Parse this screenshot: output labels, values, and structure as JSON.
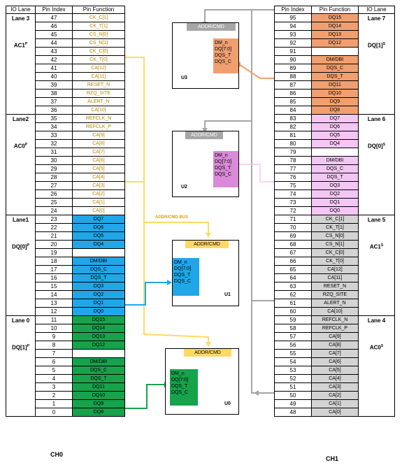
{
  "colors": {
    "dq_left_lane1": "#21a6e8",
    "dq_left_lane0": "#17a24c",
    "dq_right_lane7": "#f0a070",
    "dq_right_lane6": "#f3c6f3",
    "addr_right": "#d3d3d3",
    "addr_text_left": "#b38600",
    "u3_box": "#f0a070",
    "u2_box": "#d98ad8",
    "u1_box": "#21a6e8",
    "u0_box": "#17a24c",
    "wire_bus": "#ffd966",
    "wire_gray": "#a6a6a6",
    "wire_u3": "#f0a070",
    "wire_u2": "#f3c6f3",
    "wire_u1": "#21a6e8",
    "wire_u0": "#17a24c",
    "tag_gray": "#a6a6a6",
    "tag_yellow": "#ffd966"
  },
  "left_table": {
    "headers": [
      "IO Lane",
      "Pin Index",
      "Pin Function"
    ],
    "channel": "CH0",
    "lanes": [
      {
        "name": "Lane 3",
        "sig": "AC1",
        "sup": "P",
        "rows": [
          {
            "idx": "47",
            "fn": "CK_C[1]",
            "color": "addr"
          },
          {
            "idx": "46",
            "fn": "CK_T[1]",
            "color": "addr"
          },
          {
            "idx": "45",
            "fn": "CS_N[0]",
            "color": "addr"
          },
          {
            "idx": "44",
            "fn": "CS_N[1]",
            "color": "addr"
          },
          {
            "idx": "43",
            "fn": "CK_C[0]",
            "color": "addr"
          },
          {
            "idx": "42",
            "fn": "CK_T[0]",
            "color": "addr"
          },
          {
            "idx": "41",
            "fn": "CA[12]",
            "color": "addr"
          },
          {
            "idx": "40",
            "fn": "CA[11]",
            "color": "addr"
          },
          {
            "idx": "39",
            "fn": "RESET_N",
            "color": "addr"
          },
          {
            "idx": "38",
            "fn": "RZQ_SITE",
            "color": "addr"
          },
          {
            "idx": "37",
            "fn": "ALERT_N",
            "color": "addr"
          },
          {
            "idx": "36",
            "fn": "CA[10]",
            "color": "addr"
          }
        ]
      },
      {
        "name": "Lane2",
        "sig": "AC0",
        "sup": "P",
        "rows": [
          {
            "idx": "35",
            "fn": "REFCLK_N",
            "color": "addr"
          },
          {
            "idx": "34",
            "fn": "REFCLK_P",
            "color": "addr"
          },
          {
            "idx": "33",
            "fn": "CA[9]",
            "color": "addr"
          },
          {
            "idx": "32",
            "fn": "CA[8]",
            "color": "addr"
          },
          {
            "idx": "31",
            "fn": "CA[7]",
            "color": "addr"
          },
          {
            "idx": "30",
            "fn": "CA[6]",
            "color": "addr"
          },
          {
            "idx": "29",
            "fn": "CA[5]",
            "color": "addr"
          },
          {
            "idx": "28",
            "fn": "CA[4]",
            "color": "addr"
          },
          {
            "idx": "27",
            "fn": "CA[3]",
            "color": "addr"
          },
          {
            "idx": "26",
            "fn": "CA[2]",
            "color": "addr"
          },
          {
            "idx": "25",
            "fn": "CA[1]",
            "color": "addr"
          },
          {
            "idx": "24",
            "fn": "CA[0]",
            "color": "addr"
          }
        ]
      },
      {
        "name": "Lane1",
        "sig": "DQ[0]",
        "sup": "P",
        "rows": [
          {
            "idx": "23",
            "fn": "DQ7",
            "color": "blue"
          },
          {
            "idx": "22",
            "fn": "DQ6",
            "color": "blue"
          },
          {
            "idx": "21",
            "fn": "DQ5",
            "color": "blue"
          },
          {
            "idx": "20",
            "fn": "DQ4",
            "color": "blue"
          },
          {
            "idx": "19",
            "fn": "",
            "color": "none"
          },
          {
            "idx": "18",
            "fn": "DM/DBI",
            "color": "blue"
          },
          {
            "idx": "17",
            "fn": "DQS_C",
            "color": "blue"
          },
          {
            "idx": "16",
            "fn": "DQS_T",
            "color": "blue"
          },
          {
            "idx": "15",
            "fn": "DQ3",
            "color": "blue"
          },
          {
            "idx": "14",
            "fn": "DQ2",
            "color": "blue"
          },
          {
            "idx": "13",
            "fn": "DQ1",
            "color": "blue"
          },
          {
            "idx": "12",
            "fn": "DQ0",
            "color": "blue"
          }
        ]
      },
      {
        "name": "Lane 0",
        "sig": "DQ[1]",
        "sup": "P",
        "rows": [
          {
            "idx": "11",
            "fn": "DQ15",
            "color": "green"
          },
          {
            "idx": "10",
            "fn": "DQ14",
            "color": "green"
          },
          {
            "idx": "9",
            "fn": "DQ13",
            "color": "green"
          },
          {
            "idx": "8",
            "fn": "DQ12",
            "color": "green"
          },
          {
            "idx": "7",
            "fn": "",
            "color": "none"
          },
          {
            "idx": "6",
            "fn": "DM/DBI",
            "color": "green"
          },
          {
            "idx": "5",
            "fn": "DQS_C",
            "color": "green"
          },
          {
            "idx": "4",
            "fn": "DQS_T",
            "color": "green"
          },
          {
            "idx": "3",
            "fn": "DQ11",
            "color": "green"
          },
          {
            "idx": "2",
            "fn": "DQ10",
            "color": "green"
          },
          {
            "idx": "1",
            "fn": "DQ9",
            "color": "green"
          },
          {
            "idx": "0",
            "fn": "DQ8",
            "color": "green"
          }
        ]
      }
    ]
  },
  "right_table": {
    "headers": [
      "Pin Index",
      "Pin Function",
      "IO Lane"
    ],
    "channel": "CH1",
    "lanes": [
      {
        "name": "Lane 7",
        "sig": "DQ[1]",
        "sup": "S",
        "rows": [
          {
            "idx": "95",
            "fn": "DQ15",
            "color": "orange"
          },
          {
            "idx": "94",
            "fn": "DQ14",
            "color": "orange"
          },
          {
            "idx": "93",
            "fn": "DQ13",
            "color": "orange"
          },
          {
            "idx": "92",
            "fn": "DQ12",
            "color": "orange"
          },
          {
            "idx": "91",
            "fn": "",
            "color": "none"
          },
          {
            "idx": "90",
            "fn": "DM/DBI",
            "color": "orange"
          },
          {
            "idx": "89",
            "fn": "DQS_C",
            "color": "orange"
          },
          {
            "idx": "88",
            "fn": "DQS_T",
            "color": "orange"
          },
          {
            "idx": "87",
            "fn": "DQ11",
            "color": "orange"
          },
          {
            "idx": "86",
            "fn": "DQ10",
            "color": "orange"
          },
          {
            "idx": "85",
            "fn": "DQ9",
            "color": "orange"
          },
          {
            "idx": "84",
            "fn": "DQ8",
            "color": "orange"
          }
        ]
      },
      {
        "name": "Lane 6",
        "sig": "DQ[0]",
        "sup": "S",
        "rows": [
          {
            "idx": "83",
            "fn": "DQ7",
            "color": "pink"
          },
          {
            "idx": "82",
            "fn": "DQ6",
            "color": "pink"
          },
          {
            "idx": "81",
            "fn": "DQ5",
            "color": "pink"
          },
          {
            "idx": "80",
            "fn": "DQ4",
            "color": "pink"
          },
          {
            "idx": "79",
            "fn": "",
            "color": "none"
          },
          {
            "idx": "78",
            "fn": "DM/DBI",
            "color": "pink"
          },
          {
            "idx": "77",
            "fn": "DQS_C",
            "color": "pink"
          },
          {
            "idx": "76",
            "fn": "DQS_T",
            "color": "pink"
          },
          {
            "idx": "75",
            "fn": "DQ3",
            "color": "pink"
          },
          {
            "idx": "74",
            "fn": "DQ2",
            "color": "pink"
          },
          {
            "idx": "73",
            "fn": "DQ1",
            "color": "pink"
          },
          {
            "idx": "72",
            "fn": "DQ0",
            "color": "pink"
          }
        ]
      },
      {
        "name": "Lane 5",
        "sig": "AC1",
        "sup": "S",
        "rows": [
          {
            "idx": "71",
            "fn": "CK_C[1]",
            "color": "gray"
          },
          {
            "idx": "70",
            "fn": "CK_T[1]",
            "color": "gray"
          },
          {
            "idx": "69",
            "fn": "CS_N[0]",
            "color": "gray"
          },
          {
            "idx": "68",
            "fn": "CS_N[1]",
            "color": "gray"
          },
          {
            "idx": "67",
            "fn": "CK_C[0]",
            "color": "gray"
          },
          {
            "idx": "66",
            "fn": "CK_T[0]",
            "color": "gray"
          },
          {
            "idx": "65",
            "fn": "CA[12]",
            "color": "gray"
          },
          {
            "idx": "64",
            "fn": "CA[11]",
            "color": "gray"
          },
          {
            "idx": "63",
            "fn": "RESET_N",
            "color": "gray"
          },
          {
            "idx": "62",
            "fn": "RZQ_SITE",
            "color": "gray"
          },
          {
            "idx": "61",
            "fn": "ALERT_N",
            "color": "gray"
          },
          {
            "idx": "60",
            "fn": "CA[10]",
            "color": "gray"
          }
        ]
      },
      {
        "name": "Lane 4",
        "sig": "AC0",
        "sup": "S",
        "rows": [
          {
            "idx": "59",
            "fn": "REFCLK_N",
            "color": "gray"
          },
          {
            "idx": "58",
            "fn": "REFCLK_P",
            "color": "gray"
          },
          {
            "idx": "57",
            "fn": "CA[9]",
            "color": "gray"
          },
          {
            "idx": "56",
            "fn": "CA[8]",
            "color": "gray"
          },
          {
            "idx": "55",
            "fn": "CA[7]",
            "color": "gray"
          },
          {
            "idx": "54",
            "fn": "CA[6]",
            "color": "gray"
          },
          {
            "idx": "53",
            "fn": "CA[5]",
            "color": "gray"
          },
          {
            "idx": "52",
            "fn": "CA[4]",
            "color": "gray"
          },
          {
            "idx": "51",
            "fn": "CA[3]",
            "color": "gray"
          },
          {
            "idx": "50",
            "fn": "CA[2]",
            "color": "gray"
          },
          {
            "idx": "49",
            "fn": "CA[1]",
            "color": "gray"
          },
          {
            "idx": "48",
            "fn": "CA[0]",
            "color": "gray"
          }
        ]
      }
    ]
  },
  "chips": [
    {
      "id": "U3",
      "tag": "ADDR/CMD",
      "tag_style": "gray",
      "signals": [
        "DM_n",
        "DQ[7:0]",
        "DQS_T",
        "DQS_C"
      ],
      "box": "u3_box"
    },
    {
      "id": "U2",
      "tag": "ADDR/CMD",
      "tag_style": "gray",
      "signals": [
        "DM_n",
        "DQ[7:0]",
        "DQS_T",
        "DQS_C"
      ],
      "box": "u2_box"
    },
    {
      "id": "U1",
      "tag": "ADDR/CMD",
      "tag_style": "yellow",
      "signals": [
        "DM_n",
        "DQ[7:0]",
        "DQS_T",
        "DQS_C"
      ],
      "box": "u1_box"
    },
    {
      "id": "U0",
      "tag": "ADDR/CMD",
      "tag_style": "yellow",
      "signals": [
        "DM_n",
        "DQ[7:0]",
        "DQS_T",
        "DQS_C"
      ],
      "box": "u0_box"
    }
  ],
  "bus_label": "ADDR/CMD BUS"
}
